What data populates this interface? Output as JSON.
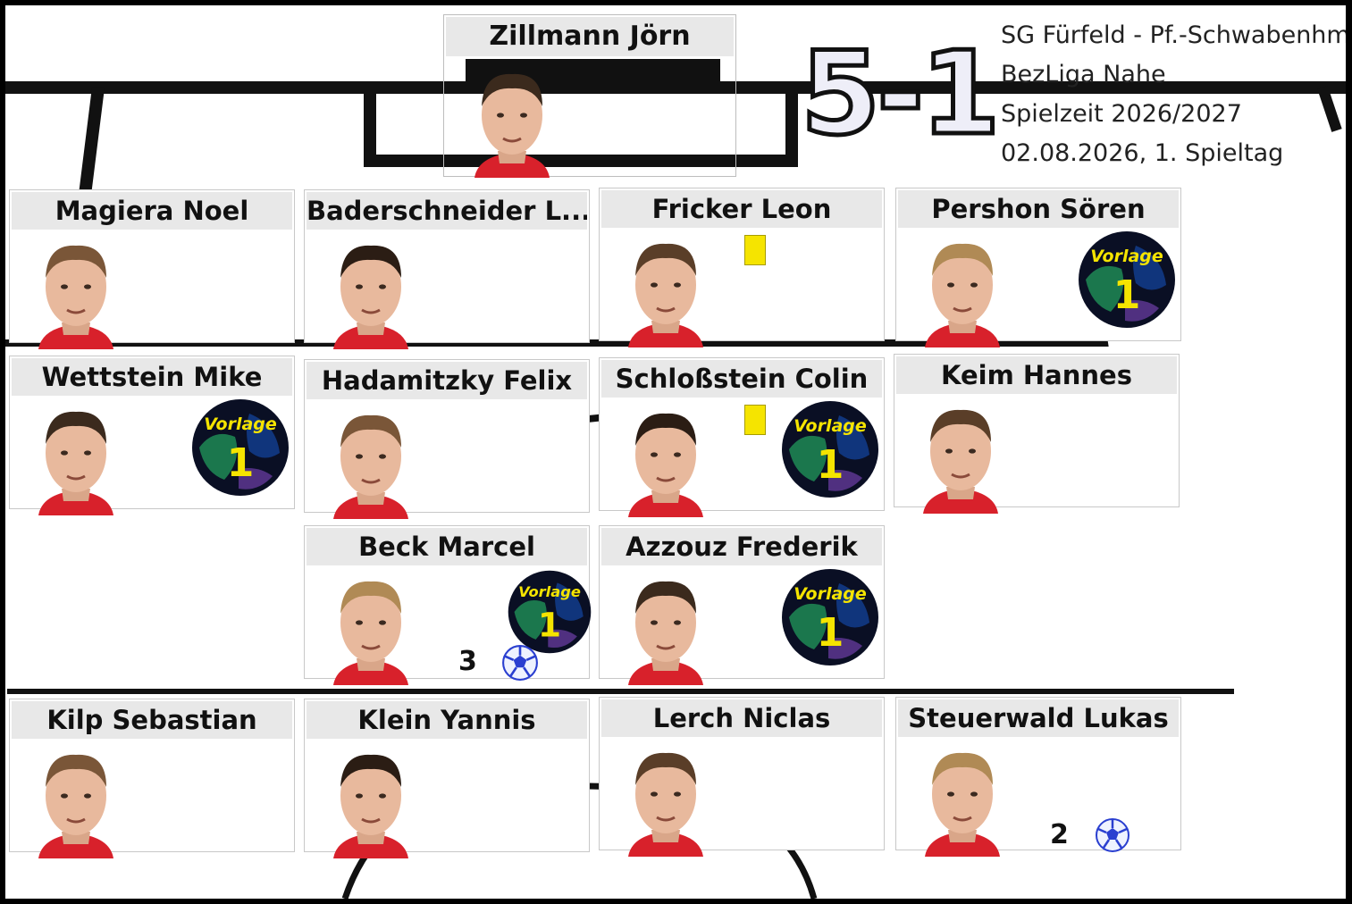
{
  "match": {
    "score": "5-1",
    "teams": "SG Fürfeld - Pf.-Schwabenhm",
    "league": "BezLiga Nahe",
    "season": "Spielzeit 2026/2027",
    "date_matchday": "02.08.2026, 1. Spieltag"
  },
  "assist_badge": {
    "label": "Vorlage",
    "count": "1"
  },
  "colors": {
    "card_header": "#e8e8e8",
    "yellow_card": "#f5e400",
    "badge_text": "#f5e400"
  },
  "goalkeeper": {
    "name": "Zillmann Jörn"
  },
  "players": [
    {
      "name": "Magiera Noel"
    },
    {
      "name": "Baderschneider L..."
    },
    {
      "name": "Fricker Leon",
      "yellow_card": true
    },
    {
      "name": "Pershon Sören",
      "assists": 1
    },
    {
      "name": "Wettstein Mike",
      "assists": 1
    },
    {
      "name": "Hadamitzky Felix"
    },
    {
      "name": "Schloßstein Colin",
      "yellow_card": true,
      "assists": 1
    },
    {
      "name": "Keim Hannes"
    },
    {
      "name": "Beck Marcel",
      "assists": 1,
      "goals": "3"
    },
    {
      "name": "Azzouz Frederik",
      "assists": 1
    }
  ],
  "substitutes": [
    {
      "name": "Kilp Sebastian"
    },
    {
      "name": "Klein Yannis"
    },
    {
      "name": "Lerch Niclas"
    },
    {
      "name": "Steuerwald Lukas",
      "goals": "2"
    }
  ]
}
